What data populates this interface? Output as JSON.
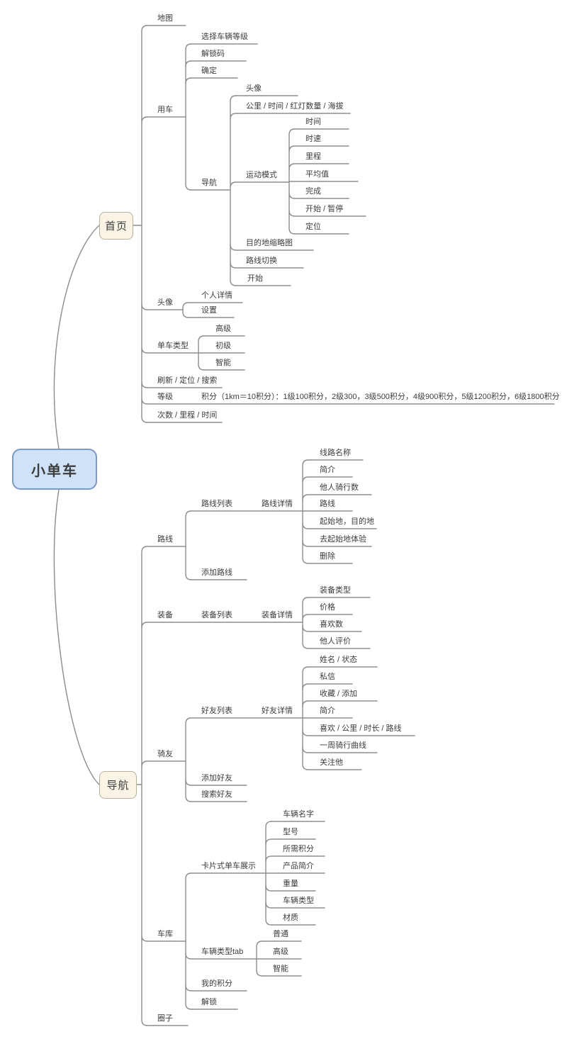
{
  "colors": {
    "root_fill": "#cfe2f8",
    "root_border": "#7c99c4",
    "branch_fill": "#faf4e6",
    "branch_border": "#b9b1a0",
    "line": "#8d8d8d",
    "text": "#3d3d3d"
  },
  "root": {
    "label": "小单车"
  },
  "home": {
    "label": "首页",
    "map": "地图",
    "use_bike": {
      "label": "用车",
      "select_level": "选择车辆等级",
      "unlock_code": "解锁码",
      "confirm": "确定",
      "nav": {
        "label": "导航",
        "avatar": "头像",
        "ride_stats": "公里 / 时间 / 红灯数量 / 海拔",
        "sport_mode": {
          "label": "运动模式",
          "items": [
            "时间",
            "时速",
            "里程",
            "平均值",
            "完成",
            "开始 / 暂停",
            "定位"
          ]
        },
        "dest_thumbnail": "目的地缩略图",
        "route_switch": "路线切换",
        "start": "开始"
      }
    },
    "avatar": {
      "label": "头像",
      "profile": "个人详情",
      "settings": "设置"
    },
    "bike_type": {
      "label": "单车类型",
      "items": [
        "高级",
        "初级",
        "智能"
      ]
    },
    "refresh_locate_search": "刷新 / 定位 / 搜索",
    "level": {
      "label": "等级",
      "points": "积分（1km＝10积分）：1级100积分，2级300，3级500积分，4级900积分，5级1200积分，6级1800积分"
    },
    "count_mileage_time": "次数 / 里程 / 时间"
  },
  "navigate": {
    "label": "导航",
    "route": {
      "label": "路线",
      "route_list": "路线列表",
      "route_detail": {
        "label": "路线详情",
        "items": [
          "线路名称",
          "简介",
          "他人骑行数",
          "路线",
          "起始地，目的地",
          "去起始地体验",
          "删除"
        ]
      },
      "add_route": "添加路线"
    },
    "gear": {
      "label": "装备",
      "gear_list": "装备列表",
      "gear_detail": {
        "label": "装备详情",
        "items": [
          "装备类型",
          "价格",
          "喜欢数",
          "他人评价"
        ]
      }
    },
    "riders": {
      "label": "骑友",
      "friend_list": "好友列表",
      "friend_detail": {
        "label": "好友详情",
        "items": [
          "姓名 / 状态",
          "私信",
          "收藏 / 添加",
          "简介",
          "喜欢 / 公里 / 时长 / 路线",
          "一周骑行曲线",
          "关注他"
        ]
      },
      "add_friend": "添加好友",
      "search_friend": "搜索好友"
    },
    "garage": {
      "label": "车库",
      "card_display": {
        "label": "卡片式单车展示",
        "items": [
          "车辆名字",
          "型号",
          "所需积分",
          "产品简介",
          "重量",
          "车辆类型",
          "材质"
        ]
      },
      "type_tab": {
        "label": "车辆类型tab",
        "items": [
          "普通",
          "高级",
          "智能"
        ]
      },
      "my_points": "我的积分",
      "unlock": "解锁"
    },
    "circle": "圈子"
  }
}
